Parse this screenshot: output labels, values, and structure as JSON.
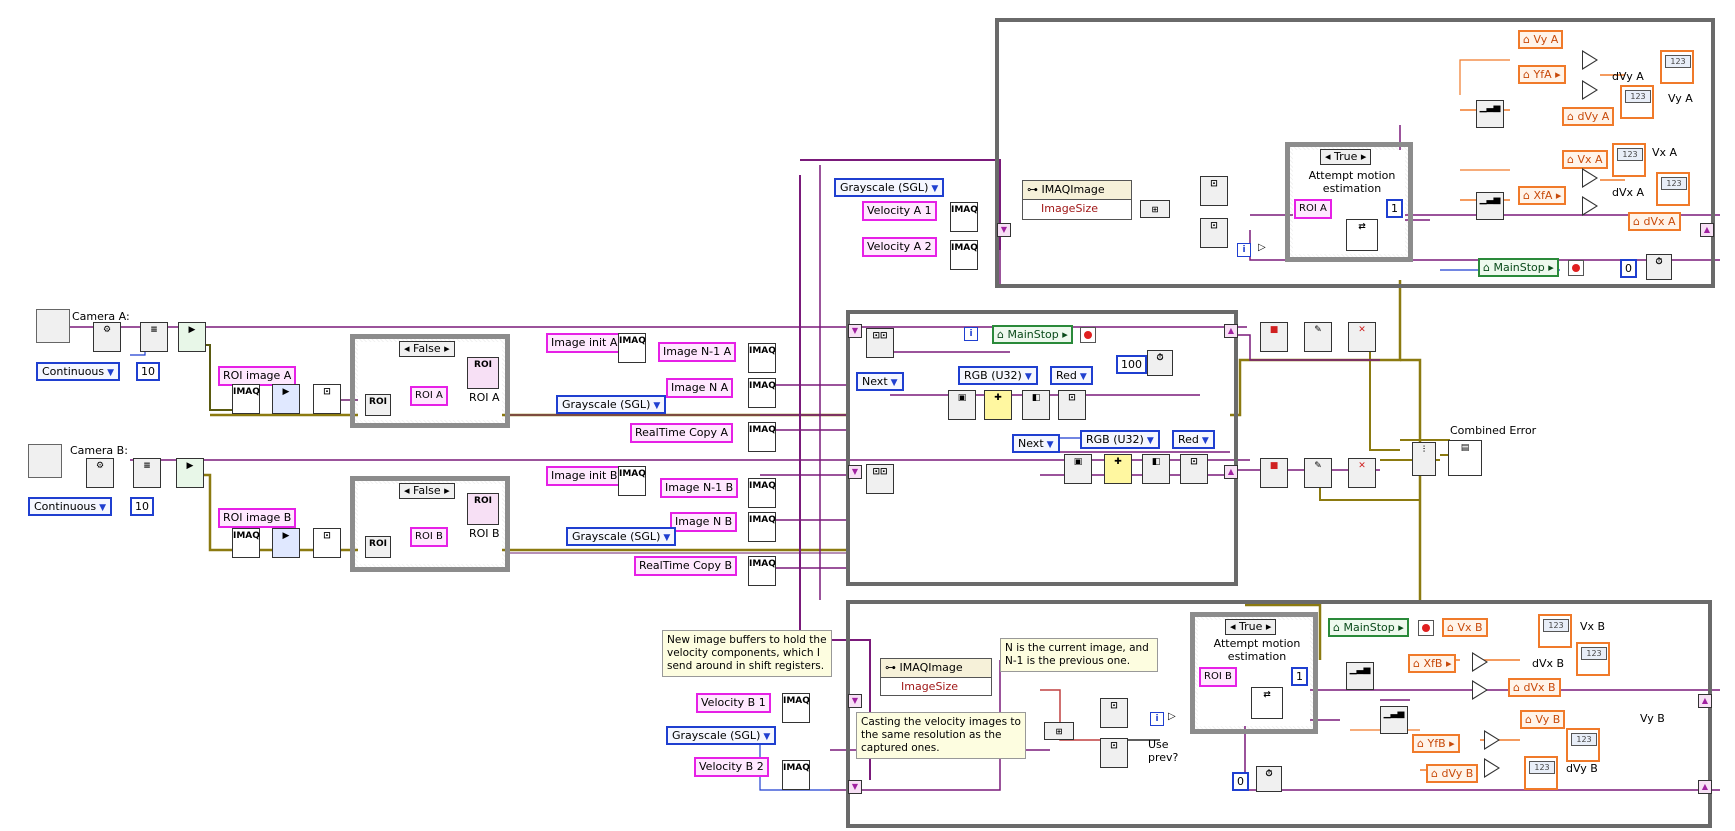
{
  "camera_a": {
    "label": "Camera A:",
    "mode": "Continuous",
    "buffers": "10",
    "roi_image": "ROI image A",
    "roi_ref": "ROI A",
    "roi_label": "ROI A",
    "case": "False"
  },
  "camera_b": {
    "label": "Camera B:",
    "mode": "Continuous",
    "buffers": "10",
    "roi_image": "ROI image B",
    "roi_ref": "ROI B",
    "roi_label": "ROI B",
    "case": "False"
  },
  "images_a": {
    "init": "Image init A",
    "prev": "Image N-1 A",
    "curr": "Image N A",
    "type": "Grayscale (SGL)",
    "copy": "RealTime Copy A"
  },
  "images_b": {
    "init": "Image init B",
    "prev": "Image N-1 B",
    "curr": "Image N B",
    "type": "Grayscale (SGL)",
    "copy": "RealTime Copy B"
  },
  "velocity_a": {
    "type": "Grayscale (SGL)",
    "v1": "Velocity A 1",
    "v2": "Velocity A 2"
  },
  "velocity_b": {
    "type": "Grayscale (SGL)",
    "v1": "Velocity B 1",
    "v2": "Velocity B 2"
  },
  "loop_a": {
    "prop_node_class": "IMAQImage",
    "prop_node_prop": "ImageSize",
    "case": "True",
    "case_text": "Attempt motion estimation",
    "roi_ref": "ROI A",
    "const": "1",
    "main_stop": "MainStop",
    "wait": "0",
    "vy_global": "Vy A",
    "yfa": "YfA",
    "dvy_global": "dVy A",
    "vx_global": "Vx A",
    "xfa": "XfA",
    "dvx_global": "dVx A",
    "ind_dvy": "dVy A",
    "ind_vy": "Vy A",
    "ind_vx": "Vx A",
    "ind_dvx": "dVx A"
  },
  "loop_b": {
    "prop_node_class": "IMAQImage",
    "prop_node_prop": "ImageSize",
    "case": "True",
    "case_text": "Attempt motion estimation",
    "roi_ref": "ROI B",
    "const": "1",
    "main_stop": "MainStop",
    "wait": "0",
    "use_prev": "Use prev?",
    "vx_global": "Vx B",
    "xfb": "XfB",
    "dvx_global": "dVx B",
    "vy_global": "Vy B",
    "yfb": "YfB",
    "dvy_global": "dVy B",
    "ind_vx": "Vx B",
    "ind_dvx": "dVx B",
    "ind_vy": "Vy B",
    "ind_dvy": "dVy B"
  },
  "display_loop": {
    "main_stop": "MainStop",
    "wait": "100",
    "next_a": "Next",
    "rgb_a": "RGB (U32)",
    "red_a": "Red",
    "next_b": "Next",
    "rgb_b": "RGB (U32)",
    "red_b": "Red"
  },
  "combined_error": "Combined Error",
  "comments": {
    "buffers": "New image buffers to hold the velocity components, which I send around in shift registers.",
    "current": "N is the current image, and N-1 is the previous one.",
    "casting": "Casting the velocity images to the same resolution as the captured ones."
  },
  "colors": {
    "ref_wire": "#2a6e2a",
    "image_wire": "#7a1a7a",
    "error_wire": "#8c7a10",
    "enum": "#1f3fd0",
    "global": "#f07a2a"
  }
}
